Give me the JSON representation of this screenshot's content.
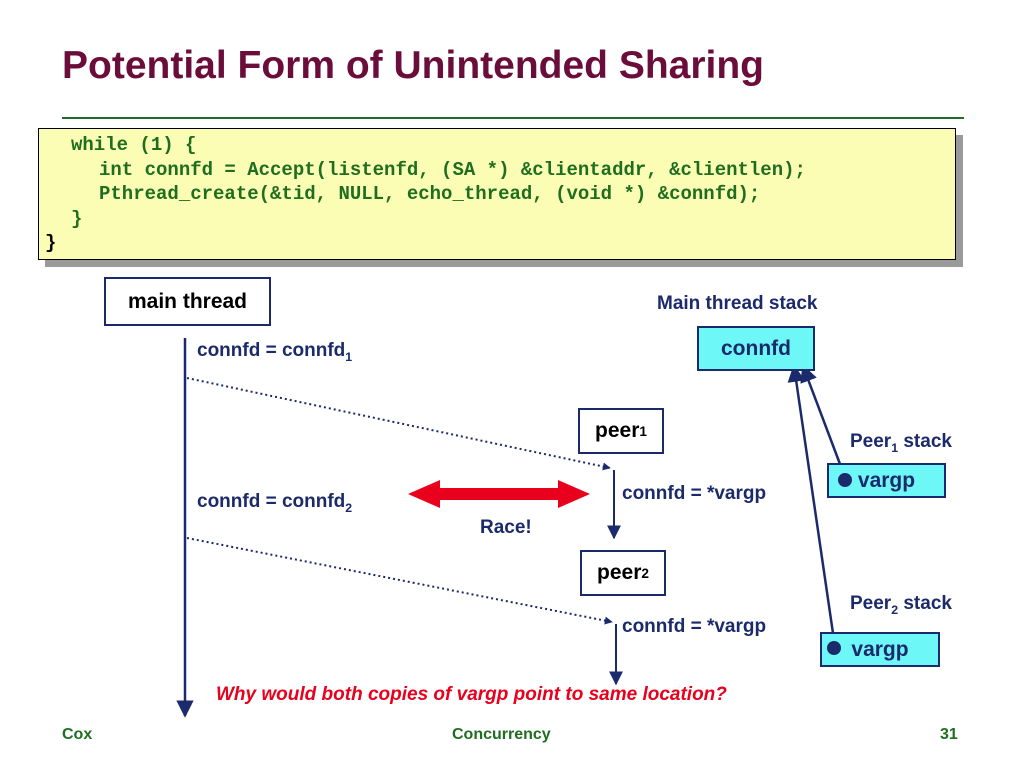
{
  "slide": {
    "title": "Potential Form of Unintended Sharing"
  },
  "code": {
    "lines": [
      "while (1) {",
      "int connfd = Accept(listenfd, (SA *) &clientaddr, &clientlen);",
      "Pthread_create(&tid, NULL, echo_thread, (void *) &connfd);",
      "}",
      "}"
    ]
  },
  "diagram": {
    "main_thread_label": "main thread",
    "main_stack_label": "Main thread stack",
    "connfd_box": "connfd",
    "assign1": "connfd = connfd",
    "assign1_sub": "1",
    "assign2": "connfd = connfd",
    "assign2_sub": "2",
    "peer1_label": "peer",
    "peer1_sub": "1",
    "peer2_label": "peer",
    "peer2_sub": "2",
    "peer1_assign": "connfd = *vargp",
    "peer2_assign": "connfd = *vargp",
    "race_label": "Race!",
    "peer1_stack_label": "Peer",
    "peer1_stack_sub": "1",
    "peer1_stack_suffix": " stack",
    "peer2_stack_label": "Peer",
    "peer2_stack_sub": "2",
    "peer2_stack_suffix": " stack",
    "vargp1": "vargp",
    "vargp2": "vargp",
    "question": "Why would both copies of vargp point to same location?"
  },
  "footer": {
    "left": "Cox",
    "center": "Concurrency",
    "page": "31"
  },
  "colors": {
    "title": "#6b0d3a",
    "code_text": "#1f6e1f",
    "code_bg": "#fcfdb4",
    "box_border": "#1b2a6b",
    "stack_fill": "#6ef7f7",
    "race_arrow": "#e8001c",
    "question": "#e8001c"
  }
}
